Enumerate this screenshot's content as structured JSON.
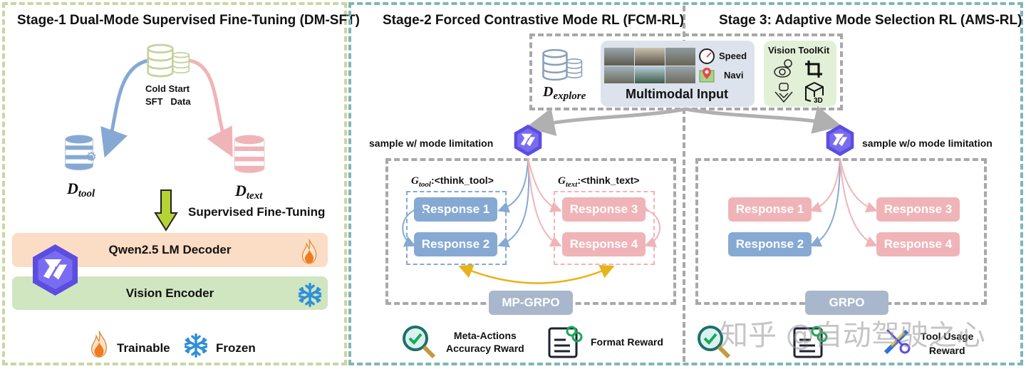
{
  "stage1": {
    "title": "Stage-1 Dual-Mode Supervised Fine-Tuning (DM-SFT)",
    "cold_start_line1": "Cold Start",
    "cold_start_line2": "SFT   Data",
    "d_tool": {
      "base": "D",
      "sub": "tool"
    },
    "d_text": {
      "base": "D",
      "sub": "text"
    },
    "sft_label": "Supervised Fine-Tuning",
    "decoder_label": "Qwen2.5 LM Decoder",
    "encoder_label": "Vision Encoder",
    "legend": {
      "trainable": "Trainable",
      "frozen": "Frozen"
    }
  },
  "stage2": {
    "title": "Stage-2 Forced Contrastive Mode RL (FCM-RL)",
    "sample_label": "sample w/ mode limitation",
    "group_tool": {
      "symbol": "G",
      "sub": "tool",
      "tag": ":<think_tool>"
    },
    "group_text": {
      "symbol": "G",
      "sub": "text",
      "tag": ":<think_text>"
    },
    "responses": [
      "Response 1",
      "Response 2",
      "Response 3",
      "Response 4"
    ],
    "algo": "MP-GRPO",
    "rewards": [
      {
        "icon": "magnifier-check-icon",
        "line1": "Meta-Actions",
        "line2": "Accuracy Rward"
      },
      {
        "icon": "document-link-icon",
        "line1": "Format Reward",
        "line2": ""
      }
    ]
  },
  "shared_input": {
    "d_explore": {
      "base": "D",
      "sub": "explore"
    },
    "multimodal_label": "Multimodal Input",
    "speed_label": "Speed",
    "navi_label": "Navi",
    "toolkit_title": "Vision ToolKit",
    "toolkit_icons": [
      "eye-zoom-icon",
      "crop-icon",
      "bev-car-icon",
      "3d-cube-icon"
    ],
    "toolkit_3d_text": "3D"
  },
  "stage3": {
    "title": "Stage 3: Adaptive Mode Selection RL (AMS-RL)",
    "sample_label": "sample w/o mode limitation",
    "responses": [
      "Response 1",
      "Response 2",
      "Response 3",
      "Response 4"
    ],
    "algo": "GRPO",
    "tool_usage_line1": "Tool Usage",
    "tool_usage_line2": "Reward"
  },
  "watermark": "知乎 @自动驾驶之心",
  "colors": {
    "tool_blue": "#86a9d3",
    "text_pink": "#f0b4b8",
    "qwen_purple": "#5b4de0",
    "decoder_bg": "#fbdcc4",
    "encoder_bg": "#cfe6c0",
    "toolkit_bg": "#e3f0d8",
    "input_bg": "#dde3ec",
    "mp_arrow": "#e8b21a"
  }
}
